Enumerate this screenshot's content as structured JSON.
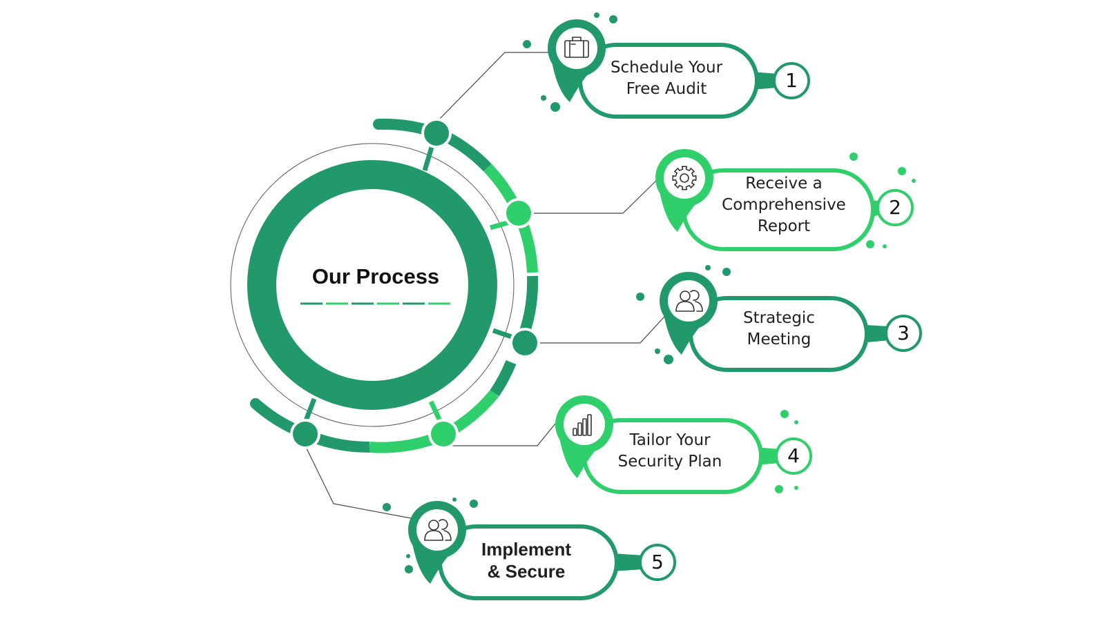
{
  "center": {
    "title": "Our Process"
  },
  "colors": {
    "dark_green": "#22996a",
    "light_green": "#2fcf6b",
    "connector": "#444444"
  },
  "steps": [
    {
      "number": "1",
      "line1": "Schedule Your",
      "line2": "Free Audit",
      "line3": "",
      "icon": "briefcase-icon",
      "color": "dark_green"
    },
    {
      "number": "2",
      "line1": "Receive a",
      "line2": "Comprehensive",
      "line3": "Report",
      "icon": "gear-icon",
      "color": "light_green"
    },
    {
      "number": "3",
      "line1": "Strategic",
      "line2": "Meeting",
      "line3": "",
      "icon": "people-icon",
      "color": "dark_green"
    },
    {
      "number": "4",
      "line1": "Tailor Your",
      "line2": "Security Plan",
      "line3": "",
      "icon": "bar-chart-icon",
      "color": "light_green"
    },
    {
      "number": "5",
      "line1": "Implement",
      "line2": "& Secure",
      "line3": "",
      "icon": "people-icon",
      "color": "dark_green"
    }
  ]
}
